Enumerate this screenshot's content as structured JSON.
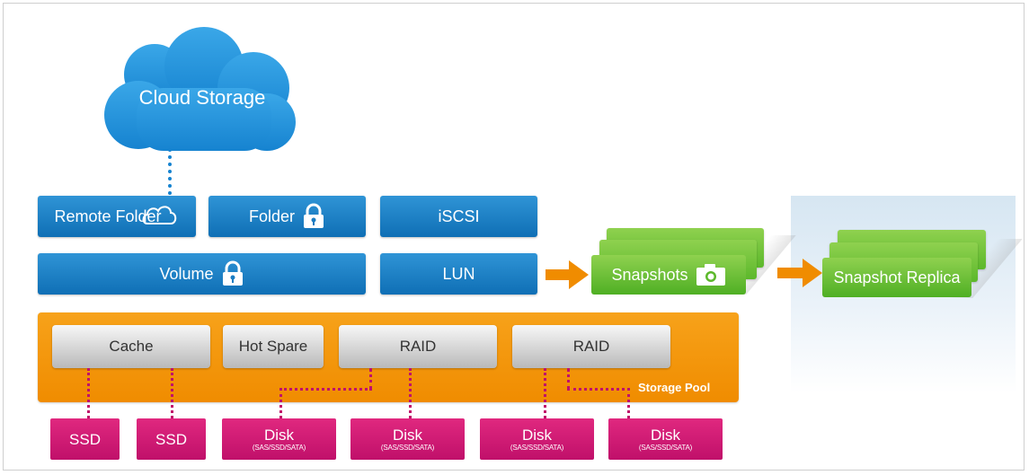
{
  "cloud": {
    "label": "Cloud Storage",
    "color": "#1e8fd8"
  },
  "services": {
    "remote_folder": "Remote Folder",
    "folder": "Folder",
    "iscsi": "iSCSI",
    "volume": "Volume",
    "lun": "LUN"
  },
  "snapshots": {
    "label": "Snapshots"
  },
  "replica": {
    "label": "Snapshot Replica"
  },
  "pool": {
    "label": "Storage Pool",
    "cache": "Cache",
    "hot_spare": "Hot Spare",
    "raid1": "RAID",
    "raid2": "RAID"
  },
  "drives": {
    "ssd1": "SSD",
    "ssd2": "SSD",
    "disk_label": "Disk",
    "disk_sub": "(SAS/SSD/SATA)"
  },
  "colors": {
    "blue": "#0f6fb5",
    "green": "#5cb82b",
    "orange": "#f08c00",
    "magenta": "#c0106a",
    "grey": "#b9b9b9"
  },
  "icons": [
    "cloud-icon",
    "lock-icon",
    "camera-icon",
    "arrow-right-icon"
  ]
}
